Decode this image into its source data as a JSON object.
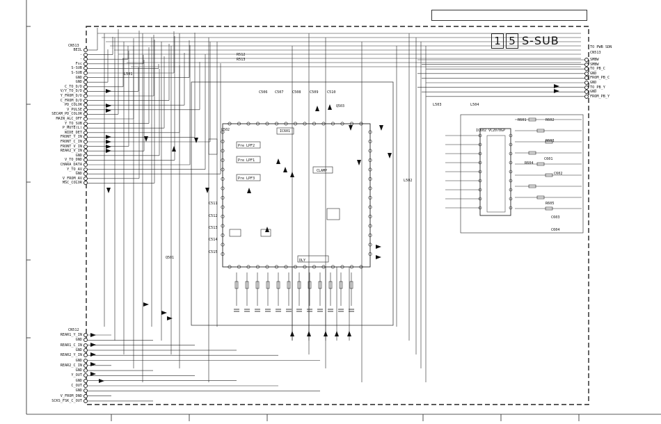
{
  "sheet": {
    "page_digits": [
      "1",
      "5"
    ],
    "sheet_name": "S-SUB",
    "colors": {
      "line": "#1a1a1a",
      "background": "#ffffff"
    }
  },
  "connector_cn513": {
    "name": "CN513",
    "pins": [
      "BEIL",
      "-",
      "-",
      "Fsc",
      "S-SUB",
      "S-SUB",
      "GND",
      "GND",
      "C_TO_D/D",
      "V/Y_TO_D/D",
      "Y_FROM_D/D",
      "C_FROM_D/D",
      "PD_COLOR",
      "V_PULSE",
      "SECAM_PD_COLOR",
      "MAIN_ALC_OFF",
      "Y_TO_SUB",
      "P_MUTE(L)",
      "WIDE_DET",
      "FRONT_Y_IN",
      "FRONT_C_IN",
      "FRONT_V_IN",
      "REAR2_V_IN",
      "GND",
      "V_TO_DND",
      "CHARA_DATA",
      "Y_TO_AV",
      "GND",
      "V_FROM_AV",
      "MSC_COLOR"
    ]
  },
  "connector_cn512": {
    "name": "CN512",
    "pins": [
      "REAR1_Y_IN",
      "GND",
      "REAR1_C_IN",
      "GND",
      "REAR2_Y_IN",
      "GND",
      "REAR2_C_IN",
      "GND",
      "Y_OUT",
      "GND",
      "C_OUT",
      "GND",
      "V_FROM_DND",
      "SCKS_FSK_C_OUT"
    ]
  },
  "connector_cn513_right": {
    "name": "CN513",
    "header": "TO PWB SDN",
    "pins": [
      "SMBW",
      "SMBW",
      "TO_PB_C",
      "GND",
      "FROM_PB_C",
      "GND",
      "TO_PB_Y",
      "GND",
      "FROM_PB_Y"
    ]
  },
  "ic_labels": [
    "IC601",
    "IC602",
    "VC2070GP",
    "Pre LPF2",
    "Pre LPF1",
    "Pre LPF3",
    "CLAMP",
    "DLY",
    "Q501",
    "Q502",
    "Q503"
  ],
  "component_labels": [
    "R512",
    "R513",
    "C506",
    "C507",
    "C508",
    "C509",
    "C510",
    "C511",
    "C512",
    "C513",
    "C514",
    "C515",
    "L501",
    "L502",
    "L503",
    "L504",
    "R601",
    "R602",
    "R603",
    "R604",
    "R605",
    "C601",
    "C602",
    "C603",
    "C604"
  ]
}
